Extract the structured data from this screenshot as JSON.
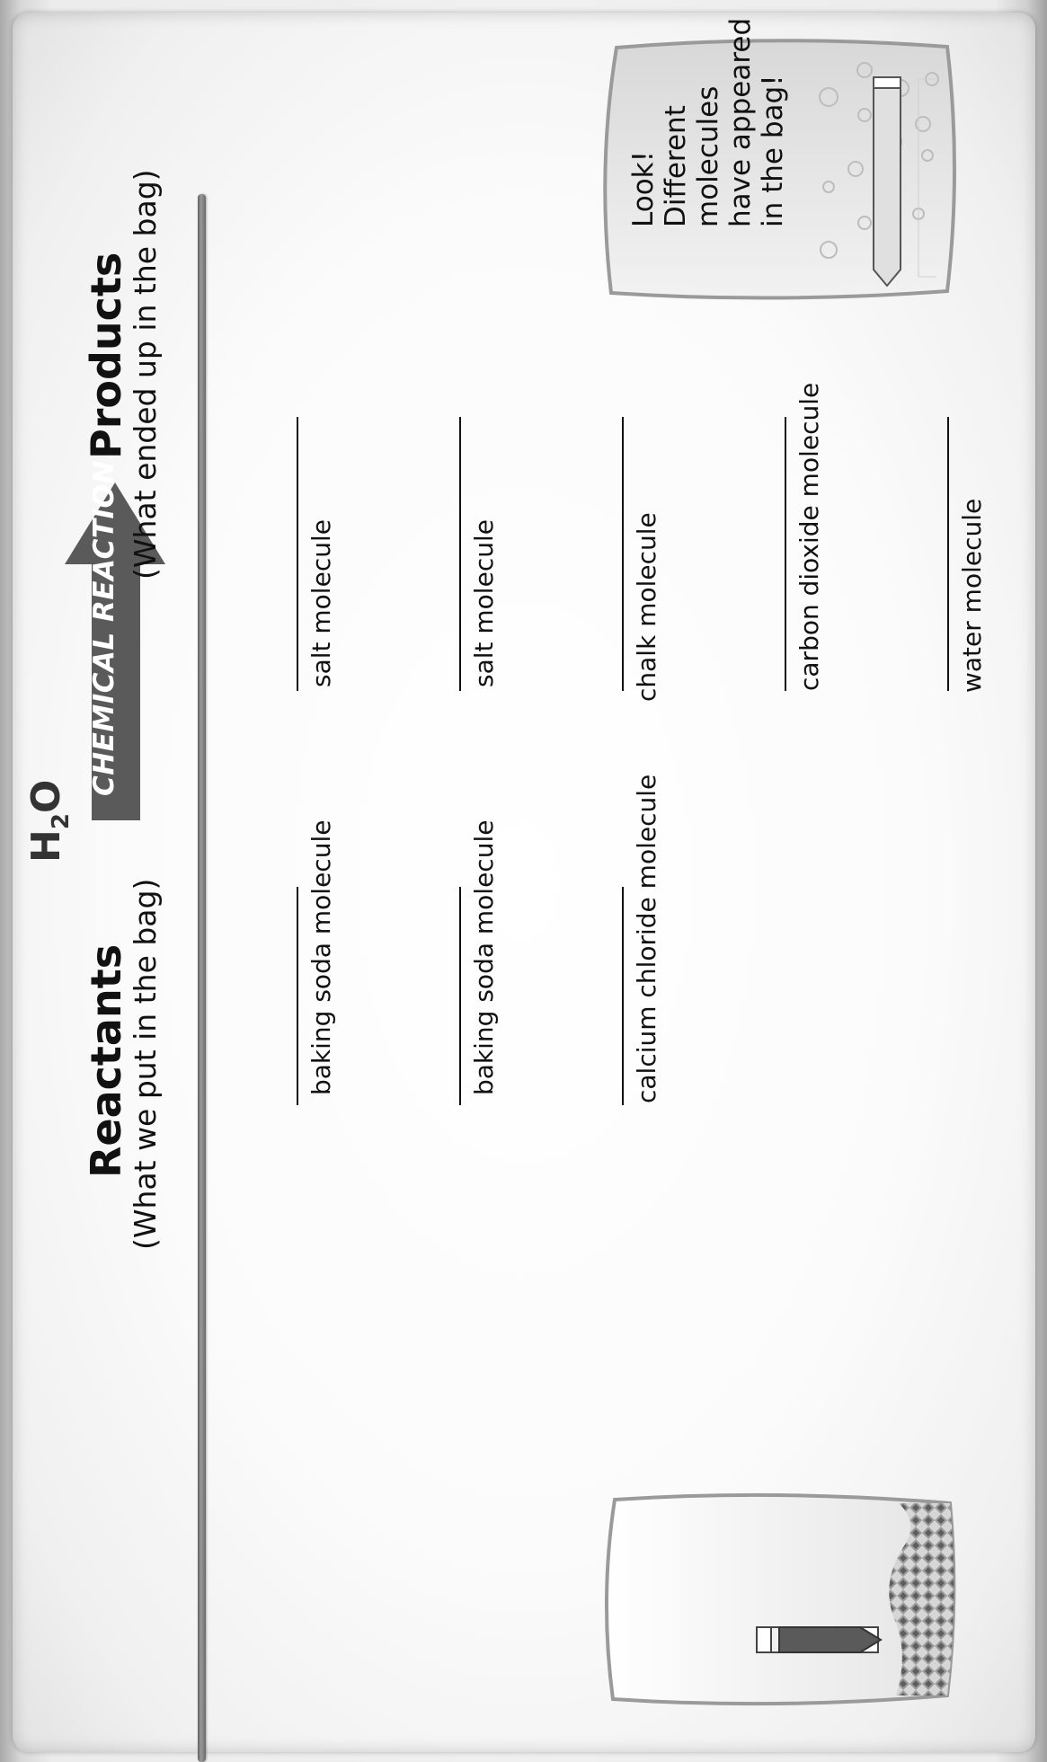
{
  "formula": {
    "base_h": "H",
    "sub": "2",
    "base_o": "O"
  },
  "arrow": {
    "label": "CHEMICAL REACTION!"
  },
  "reactants": {
    "title": "Reactants",
    "subtitle": "(What we put in the bag)",
    "items": [
      "baking soda molecule",
      "baking soda molecule",
      "calcium chloride molecule"
    ]
  },
  "products": {
    "title": "Products",
    "subtitle": "(What ended up in the bag)",
    "items": [
      "salt molecule",
      "salt molecule",
      "chalk molecule",
      "carbon dioxide molecule",
      "water molecule"
    ]
  },
  "bag_after": {
    "lines": [
      "Look!",
      "Different",
      "molecules",
      "have appeared",
      "in the bag!"
    ]
  },
  "colors": {
    "arrow": "#5a5a5a",
    "divider": "#777777",
    "text": "#111111"
  }
}
